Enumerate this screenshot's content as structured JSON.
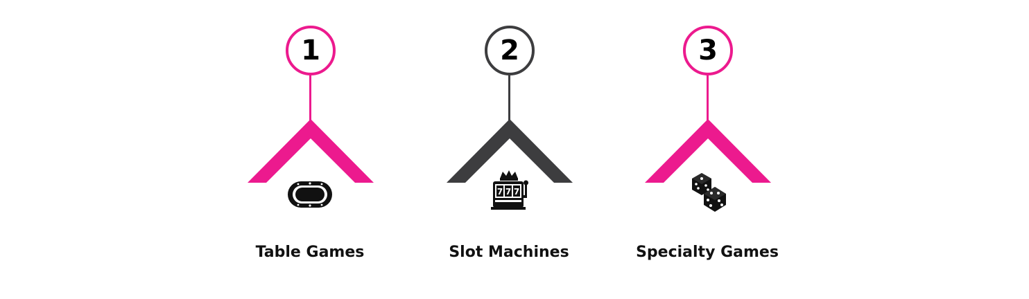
{
  "colors": {
    "accent": "#EC1A8E",
    "dark": "#3D3D3F",
    "icon": "#111111"
  },
  "steps": [
    {
      "number": "1",
      "label": "Table Games",
      "color": "#EC1A8E",
      "icon": "poker-table-icon"
    },
    {
      "number": "2",
      "label": "Slot Machines",
      "color": "#3D3D3F",
      "icon": "slot-machine-icon"
    },
    {
      "number": "3",
      "label": "Specialty Games",
      "color": "#EC1A8E",
      "icon": "dice-icon"
    }
  ]
}
